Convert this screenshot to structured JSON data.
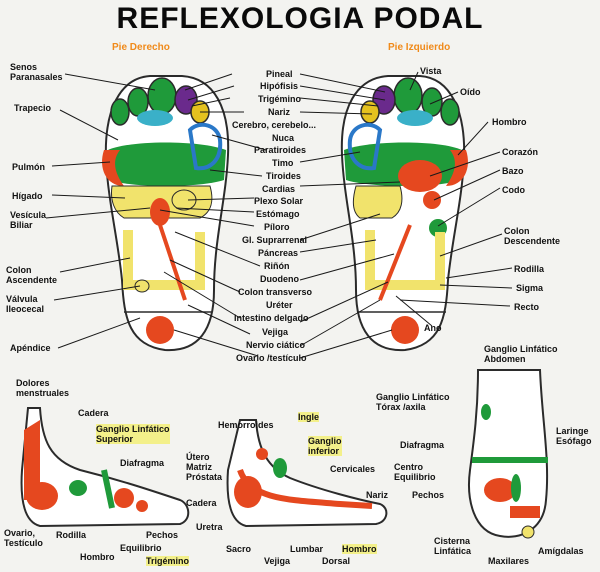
{
  "title": "REFLEXOLOGIA PODAL",
  "headings": {
    "right_foot": "Pie Derecho",
    "left_foot": "Pie Izquierdo"
  },
  "labels": {
    "senos": "Senos\nParanasales",
    "trapecio": "Trapecio",
    "pulmon": "Pulmón",
    "higado": "Hígado",
    "vesicula": "Vesícula\nBiliar",
    "colon_asc": "Colon\nAscendente",
    "valvula": "Válvula\nIleocecal",
    "apendice": "Apéndice",
    "pineal": "Pineal",
    "hipofisis": "Hipófisis",
    "trigemino": "Trigémino",
    "nariz": "Nariz",
    "cerebro": "Cerebro, cerebelo...",
    "nuca": "Nuca",
    "paratiroides": "Paratiroides",
    "timo": "Timo",
    "tiroides": "Tiroides",
    "cardias": "Cardias",
    "plexo": "Plexo Solar",
    "estomago": "Estómago",
    "piloro": "Píloro",
    "suprarrenal": "Gl. Suprarrenal",
    "pancreas": "Páncreas",
    "rinon": "Riñón",
    "duodeno": "Duodeno",
    "colon_trans": "Colon transverso",
    "ureter": "Uréter",
    "intestino": "Intestino delgado",
    "vejiga": "Vejiga",
    "nervio": "Nervio ciático",
    "ovario": "Ovario /testículo",
    "vista": "Vista",
    "oido": "Oído",
    "hombro": "Hombro",
    "corazon": "Corazón",
    "bazo": "Bazo",
    "codo": "Codo",
    "colon_desc": "Colon\nDescendente",
    "rodilla": "Rodilla",
    "sigma": "Sigma",
    "recto": "Recto",
    "ano": "Ano",
    "ganglio_abd": "Ganglio Linfático\nAbdomen",
    "dolores": "Dolores\nmenstruales",
    "cadera1": "Cadera",
    "ganglio_sup": "Ganglio Linfático\nSuperior",
    "diafragma1": "Diafragma",
    "ovario2": "Ovario,\nTestículo",
    "rodilla2": "Rodilla",
    "hombro2": "Hombro",
    "pechos1": "Pechos",
    "equilibrio1": "Equilibrio",
    "trigemino2": "Trigémino",
    "hemorroides": "Hemorroides",
    "ingle": "Ingle",
    "ganglio_inf": "Ganglio\ninferior",
    "utero": "Útero\nMatriz\nPróstata",
    "cervicales": "Cervicales",
    "cadera2": "Cadera",
    "nariz2": "Nariz",
    "uretra": "Uretra",
    "sacro": "Sacro",
    "vejiga2": "Vejiga",
    "lumbar": "Lumbar",
    "dorsal": "Dorsal",
    "hombro3": "Hombro",
    "ganglio_torax": "Ganglio Linfático\nTórax /axila",
    "diafragma2": "Diafragma",
    "laringe": "Laringe\nEsófago",
    "centro_eq": "Centro\nEquilibrio",
    "pechos2": "Pechos",
    "cisterna": "Cisterna\nLinfática",
    "maxilares": "Maxilares",
    "amigdalas": "Amígdalas"
  },
  "colors": {
    "green": "#1f9a3a",
    "orange_red": "#e5481f",
    "yellow": "#f1e36c",
    "blue": "#2a78c8",
    "purple": "#6a2a8c",
    "heading_orange": "#f08a1a"
  }
}
